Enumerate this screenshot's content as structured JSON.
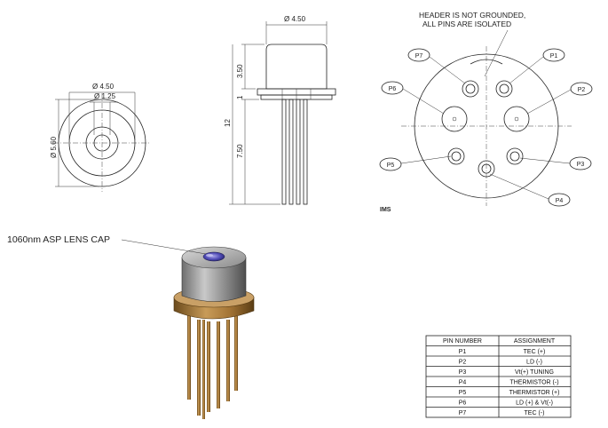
{
  "front_view": {
    "outer_dia": "Ø 4.50",
    "inner_dia": "Ø 1.25",
    "flange_dia": "Ø 5.60"
  },
  "side_view": {
    "top_dia": "Ø 4.50",
    "cap_height": "3.50",
    "total_height": "12",
    "pin_length": "7.50",
    "flange_thk": "1"
  },
  "pinout_view": {
    "note_line1": "HEADER IS NOT GROUNDED,",
    "note_line2": "ALL PINS ARE ISOLATED",
    "pins": [
      "P1",
      "P2",
      "P3",
      "P4",
      "P5",
      "P6",
      "P7"
    ],
    "cut_text": "IMS"
  },
  "render_view": {
    "callout": "1060nm ASP LENS CAP"
  },
  "pin_table": {
    "headers": [
      "PIN NUMBER",
      "ASSIGNMENT"
    ],
    "rows": [
      [
        "P1",
        "TEC (+)"
      ],
      [
        "P2",
        "LD (-)"
      ],
      [
        "P3",
        "Vt(+) TUNING"
      ],
      [
        "P4",
        "THERMISTOR (-)"
      ],
      [
        "P5",
        "THERMISTOR (+)"
      ],
      [
        "P6",
        "LD (+) & Vt(-)"
      ],
      [
        "P7",
        "TEC (-)"
      ]
    ]
  }
}
